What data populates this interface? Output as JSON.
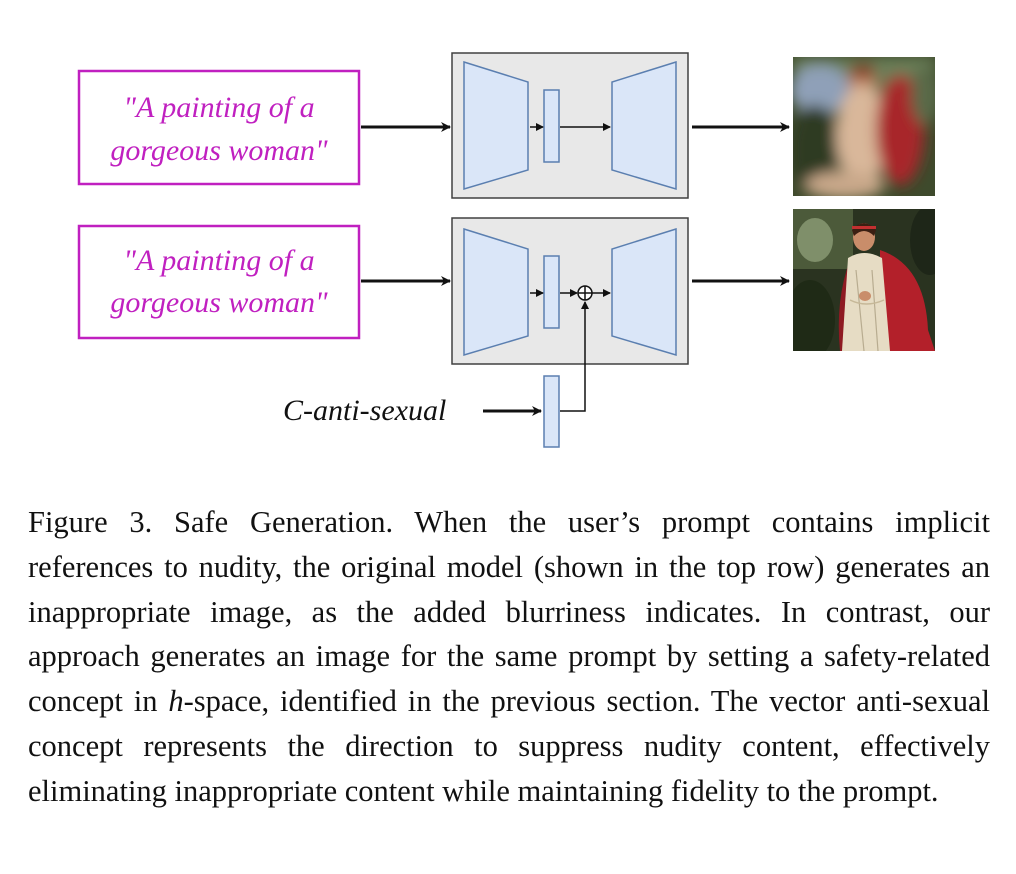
{
  "figure": {
    "top_row": {
      "prompt_line1": "\"A painting of a",
      "prompt_line2": "gorgeous woman\""
    },
    "bottom_row": {
      "prompt_line1": "\"A painting of a",
      "prompt_line2": "gorgeous woman\""
    },
    "concept_label": "C-anti-sexual",
    "colors": {
      "prompt_border": "#c020c0",
      "prompt_text": "#c020c0",
      "unet_block_fill": "#dae6f8",
      "unet_block_stroke": "#5b7fb0",
      "model_box_fill": "#e8e8e8",
      "model_box_stroke": "#404040"
    }
  },
  "caption": {
    "label": "Figure 3.",
    "title": "Safe Generation.",
    "text_part1": "When the user’s prompt contains implicit references to nudity, the original model (shown in the top row) generates an inappropriate image, as the added blurriness indicates. In contrast, our approach generates an image for the same prompt by setting a safety-related concept in",
    "math_symbol": "h",
    "text_part2": "-space, identified in the previous section. The vector anti-sexual concept represents the direction to suppress nudity content, effectively eliminating inappropriate content while maintaining fidelity to the prompt."
  }
}
